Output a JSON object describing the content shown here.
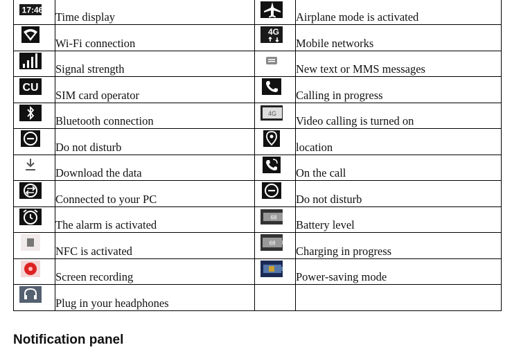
{
  "rows": [
    {
      "left": {
        "icon": "time-display-icon",
        "text": "Time display",
        "badge": "17:46"
      },
      "right": {
        "icon": "airplane-icon",
        "text": "Airplane mode is activated"
      }
    },
    {
      "left": {
        "icon": "wifi-icon",
        "text": "Wi-Fi connection"
      },
      "right": {
        "icon": "mobile-network-icon",
        "text": "Mobile networks",
        "badge": "4G"
      }
    },
    {
      "left": {
        "icon": "signal-strength-icon",
        "text": "Signal strength"
      },
      "right": {
        "icon": "message-icon",
        "text": "New text or MMS messages"
      }
    },
    {
      "left": {
        "icon": "sim-operator-icon",
        "text": "SIM card operator",
        "badge": "CU"
      },
      "right": {
        "icon": "phone-icon",
        "text": "Calling in progress"
      }
    },
    {
      "left": {
        "icon": "bluetooth-icon",
        "text": "Bluetooth connection"
      },
      "right": {
        "icon": "video-call-icon",
        "text": "Video calling is turned on"
      }
    },
    {
      "left": {
        "icon": "do-not-disturb-icon",
        "text": "Do not disturb"
      },
      "right": {
        "icon": "location-icon",
        "text": "location"
      }
    },
    {
      "left": {
        "icon": "download-icon",
        "text": "Download the data"
      },
      "right": {
        "icon": "on-call-icon",
        "text": "On the call"
      }
    },
    {
      "left": {
        "icon": "pc-connection-icon",
        "text": "Connected to your PC"
      },
      "right": {
        "icon": "do-not-disturb-icon",
        "text": "Do not disturb"
      }
    },
    {
      "left": {
        "icon": "alarm-icon",
        "text": "The alarm is activated"
      },
      "right": {
        "icon": "battery-icon",
        "text": "Battery level",
        "badge": "68"
      }
    },
    {
      "left": {
        "icon": "nfc-icon",
        "text": "NFC is activated"
      },
      "right": {
        "icon": "battery-charging-icon",
        "text": "Charging in progress",
        "badge": "68"
      }
    },
    {
      "left": {
        "icon": "screen-recording-icon",
        "text": "Screen recording"
      },
      "right": {
        "icon": "power-saving-icon",
        "text": "Power-saving mode"
      }
    },
    {
      "left": {
        "icon": "headphones-icon",
        "text": "Plug in your headphones"
      },
      "right": {
        "icon": "",
        "text": ""
      }
    }
  ],
  "heading": "Notification panel"
}
